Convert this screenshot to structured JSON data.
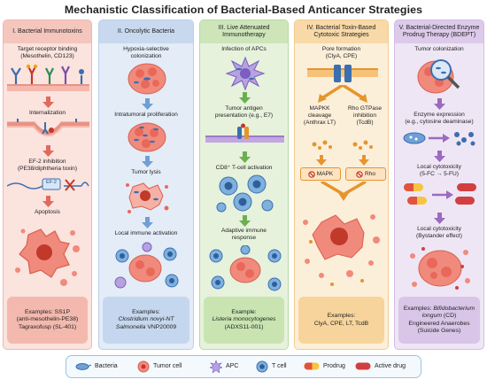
{
  "title": "Mechanistic Classification of Bacterial-Based Anticancer Strategies",
  "columns": {
    "c1": {
      "header": "I. Bacterial Immunotoxins",
      "step1": "Target receptor binding",
      "step1b": "(Mesothelin, CD123)",
      "step2": "Internalization",
      "step3": "EF-2 inhibition",
      "step3b": "(PE38/diphtheria toxin)",
      "ef2": "EF-2",
      "step4": "Apoptosis",
      "ex1": "Examples: SS1P",
      "ex2": "(anti-mesothelin-PE38)",
      "ex3": "Tagraxofusp (SL-401)"
    },
    "c2": {
      "header": "II. Oncolytic Bacteria",
      "step1": "Hypoxia-selective",
      "step1b": "colonization",
      "step2": "Intratumoral proliferation",
      "step3": "Tumor lysis",
      "step4": "Local immune activation",
      "ex1": "Examples:",
      "ex2": "Clostridium novyi-NT",
      "ex3a": "Salmonella",
      "ex3b": " VNP20009"
    },
    "c3": {
      "header1": "III. Live Attenuated",
      "header2": "Immunotherapy",
      "step1": "Infection of APCs",
      "step2": "Tumor antigen",
      "step2b": "presentation (e.g., E7)",
      "step3": "CD8⁺ T-cell activation",
      "step4": "Adaptive immune",
      "step4b": "response",
      "ex1": "Example:",
      "ex2": "Listeria monocytogenes",
      "ex3": "(ADXS11-001)"
    },
    "c4": {
      "header1": "IV. Bacterial Toxin-Based",
      "header2": "Cytotoxic Strategies",
      "step1": "Pore formation",
      "step1b": "(ClyA, CPE)",
      "left1": "MAPKK",
      "left2": "cleavage",
      "left3": "(Anthrax LT)",
      "right1": "Rho GTPase",
      "right2": "inhibition",
      "right3": "(TcdB)",
      "mapk": "MAPK",
      "rho": "Rho",
      "ex1": "Examples:",
      "ex2": "ClyA, CPE, LT, TcdB"
    },
    "c5": {
      "header1": "V. Bacterial-Directed Enzyme",
      "header2": "Prodrug Therapy (BDEPT)",
      "step1": "Tumor colonization",
      "step2": "Enzyme expression",
      "step2b": "(e.g., cytosine deaminase)",
      "step3": "Local cytotoxicity",
      "step3b": "(5-FC → 5-FU)",
      "step4": "Local cytotoxicity",
      "step4b": "(Bystander effect)",
      "ex1": "Examples: ",
      "ex1i": "Bifidobacterium",
      "ex2i": "longum",
      "ex2": " (CD)",
      "ex3": "Engineered Anaerobes",
      "ex4": "(Suicide Genes)"
    }
  },
  "legend": {
    "bacteria": "Bacteria",
    "tumor": "Tumor cell",
    "apc": "APC",
    "tcell": "T cell",
    "prodrug": "Prodrug",
    "active": "Active drug"
  },
  "colors": {
    "c1_bg": "#fbe3de",
    "c1_hdr": "#f4c6bd",
    "c1_ex": "#f3b9ae",
    "c1_arrow": "#e06a5d",
    "c2_bg": "#e3ecf7",
    "c2_hdr": "#c8d9ef",
    "c2_ex": "#c5d7ee",
    "c2_arrow": "#6f9fd6",
    "c3_bg": "#e6f2dc",
    "c3_hdr": "#cde5b9",
    "c3_ex": "#c9e4b1",
    "c3_arrow": "#6bb04e",
    "c4_bg": "#fcefd9",
    "c4_hdr": "#f8d9a8",
    "c4_ex": "#f7d49b",
    "c4_arrow": "#e5952d",
    "c5_bg": "#efe6f5",
    "c5_hdr": "#ddcaea",
    "c5_ex": "#d9c5e8",
    "c5_arrow": "#9a6bbf"
  }
}
